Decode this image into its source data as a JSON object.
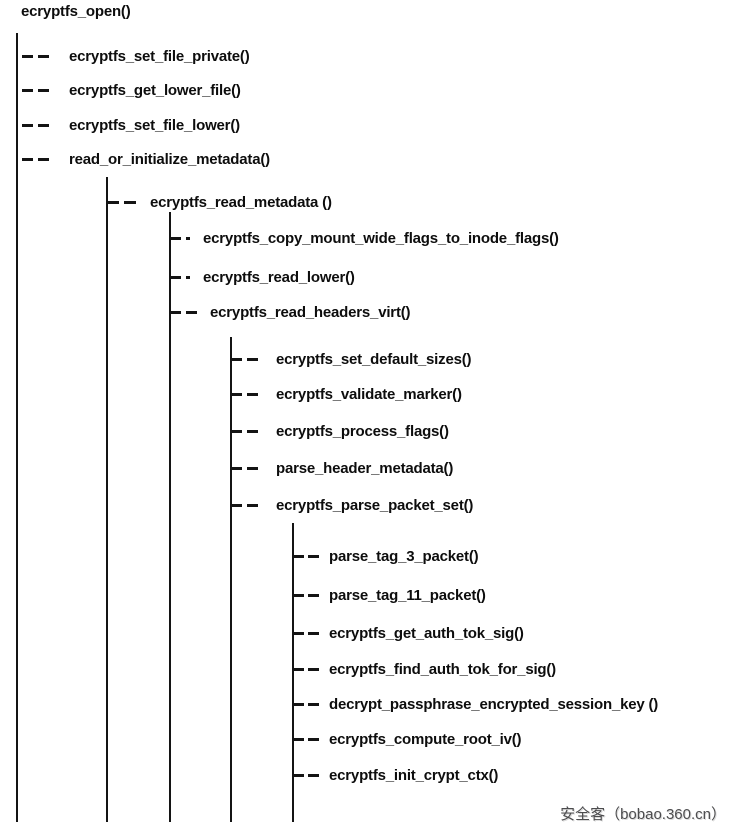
{
  "diagram": {
    "root_label": "ecryptfs_open()"
  },
  "tree": {
    "nodes": [
      {
        "label": "ecryptfs_set_file_private()",
        "level": 1
      },
      {
        "label": "ecryptfs_get_lower_file()",
        "level": 1
      },
      {
        "label": "ecryptfs_set_file_lower()",
        "level": 1
      },
      {
        "label": "read_or_initialize_metadata()",
        "level": 1
      },
      {
        "label": "ecryptfs_read_metadata ()",
        "level": 2
      },
      {
        "label": "ecryptfs_copy_mount_wide_flags_to_inode_flags()",
        "level": 3
      },
      {
        "label": "ecryptfs_read_lower()",
        "level": 3
      },
      {
        "label": "ecryptfs_read_headers_virt()",
        "level": 3
      },
      {
        "label": "ecryptfs_set_default_sizes()",
        "level": 4
      },
      {
        "label": "ecryptfs_validate_marker()",
        "level": 4
      },
      {
        "label": "ecryptfs_process_flags()",
        "level": 4
      },
      {
        "label": "parse_header_metadata()",
        "level": 4
      },
      {
        "label": "ecryptfs_parse_packet_set()",
        "level": 4
      },
      {
        "label": "parse_tag_3_packet()",
        "level": 5
      },
      {
        "label": "parse_tag_11_packet()",
        "level": 5
      },
      {
        "label": "ecryptfs_get_auth_tok_sig()",
        "level": 5
      },
      {
        "label": "ecryptfs_find_auth_tok_for_sig()",
        "level": 5
      },
      {
        "label": "decrypt_passphrase_encrypted_session_key ()",
        "level": 5
      },
      {
        "label": "ecryptfs_compute_root_iv()",
        "level": 5
      },
      {
        "label": "ecryptfs_init_crypt_ctx()",
        "level": 5
      }
    ]
  },
  "watermark": {
    "text": "安全客（bobao.360.cn）",
    "color": "#4c4c4e"
  },
  "colors": {
    "text": "#0d0d0d",
    "line": "#141414",
    "background": "#ffffff"
  }
}
